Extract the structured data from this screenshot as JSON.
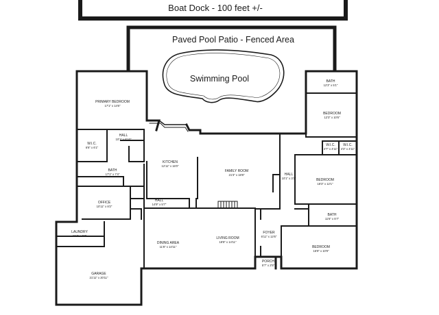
{
  "dock": {
    "label": "Boat Dock - 100 feet +/-"
  },
  "patio": {
    "label": "Paved Pool Patio - Fenced Area"
  },
  "pool": {
    "label": "Swimming Pool"
  },
  "rooms": {
    "primary_bedroom": {
      "name": "PRIMARY BEDROOM",
      "dims": "17'1\" x 14'6\""
    },
    "wic_primary": {
      "name": "W.I.C.",
      "dims": "6'6\" x 6'1\""
    },
    "hall_primary": {
      "name": "HALL",
      "dims": "10'1\" x 6'10\""
    },
    "bath_primary": {
      "name": "BATH",
      "dims": "17'1\" x 7'4\""
    },
    "office": {
      "name": "OFFICE",
      "dims": "10'11\" x 8'2\""
    },
    "kitchen": {
      "name": "KITCHEN",
      "dims": "12'11\" x 16'0\""
    },
    "hall_center": {
      "name": "HALL",
      "dims": "14'9\" x 5'7\""
    },
    "family_room": {
      "name": "FAMILY ROOM",
      "dims": "21'3\" x 18'8\""
    },
    "laundry": {
      "name": "LAUNDRY",
      "dims": "11'4\" x 6'8\""
    },
    "dining_area": {
      "name": "DINING AREA",
      "dims": "11'8\" x 14'11\""
    },
    "living_room": {
      "name": "LIVING ROOM",
      "dims": "18'8\" x 14'11\""
    },
    "foyer": {
      "name": "FOYER",
      "dims": "6'11\" x 12'6\""
    },
    "porch": {
      "name": "PORCH",
      "dims": "5'7\" x 2'5\""
    },
    "garage": {
      "name": "GARAGE",
      "dims": "21'11\" x 20'11\""
    },
    "bath_ne": {
      "name": "BATH",
      "dims": "12'3\" x 5'1\""
    },
    "bedroom_ne": {
      "name": "BEDROOM",
      "dims": "12'3\" x 10'6\""
    },
    "wic_a": {
      "name": "W.I.C.",
      "dims": "4'7\" x 4'11\""
    },
    "wic_b": {
      "name": "W.I.C.",
      "dims": "4'3\" x 4'11\""
    },
    "hall_east": {
      "name": "HALL",
      "dims": "10'1\" x 3'3\""
    },
    "bedroom_e": {
      "name": "BEDROOM",
      "dims": "18'3\" x 12'1\""
    },
    "bath_se": {
      "name": "BATH",
      "dims": "11'6\" x 5'7\""
    },
    "bedroom_se": {
      "name": "BEDROOM",
      "dims": "16'9\" x 10'9\""
    }
  },
  "colors": {
    "wall": "#1a1a1a",
    "background": "#ffffff"
  }
}
